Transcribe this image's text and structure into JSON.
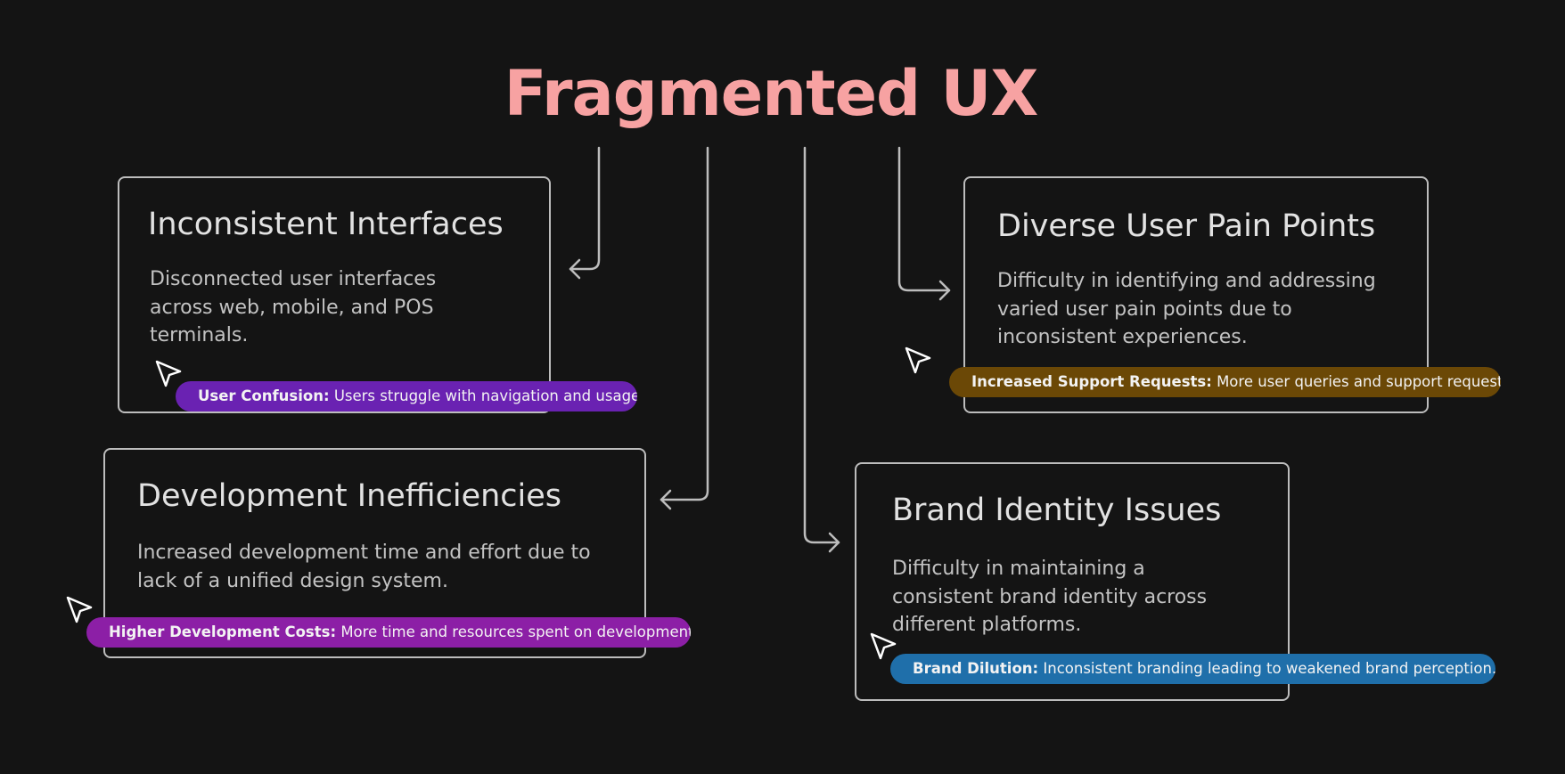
{
  "title": {
    "text": "Fragmented UX",
    "color": "#f7a2a2"
  },
  "colors": {
    "background": "#141414",
    "card_border": "#bdbdbd",
    "connector": "#bdbdbd",
    "cursor_stroke": "#ffffff"
  },
  "cards": [
    {
      "id": "inconsistent-interfaces",
      "title": "Inconsistent Interfaces",
      "description": "Disconnected user interfaces across web, mobile, and POS terminals.",
      "tag": {
        "label": "User Confusion:",
        "text": " Users struggle with navigation and usage.",
        "color": "#6a22b2"
      }
    },
    {
      "id": "diverse-user-pain-points",
      "title": "Diverse User Pain Points",
      "description": "Difficulty in identifying and addressing varied user pain points due to inconsistent experiences.",
      "tag": {
        "label": "Increased Support Requests:",
        "text": " More user queries and support requests.",
        "color": "#6b4806"
      }
    },
    {
      "id": "development-inefficiencies",
      "title": "Development Inefficiencies",
      "description": "Increased development time and effort due to lack of a unified design system.",
      "tag": {
        "label": "Higher Development Costs:",
        "text": " More time and resources spent on development.",
        "color": "#8c1fa6"
      }
    },
    {
      "id": "brand-identity-issues",
      "title": "Brand Identity Issues",
      "description": "Difficulty in maintaining a consistent brand identity across different platforms.",
      "tag": {
        "label": "Brand Dilution:",
        "text": " Inconsistent branding leading to weakened brand perception.",
        "color": "#1f6faa"
      }
    }
  ]
}
